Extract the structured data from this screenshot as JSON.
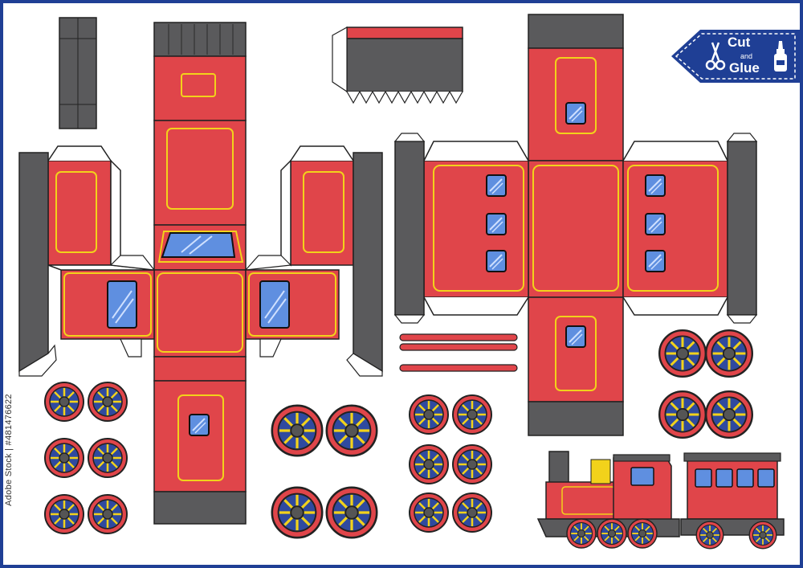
{
  "badge": {
    "cut": "Cut",
    "and": "and",
    "glue": "Glue",
    "icons": [
      "scissors-icon",
      "glue-bottle-icon"
    ]
  },
  "side_id": "Adobe Stock | #481476622",
  "colors": {
    "frame": "#1f3f95",
    "body_red": "#e0454a",
    "trim_yellow": "#f2d21b",
    "gray": "#5a5a5c",
    "window_blue": "#5f8fe0",
    "wheel_blue": "#2f4a9f",
    "wheel_rim": "#e0454a"
  }
}
